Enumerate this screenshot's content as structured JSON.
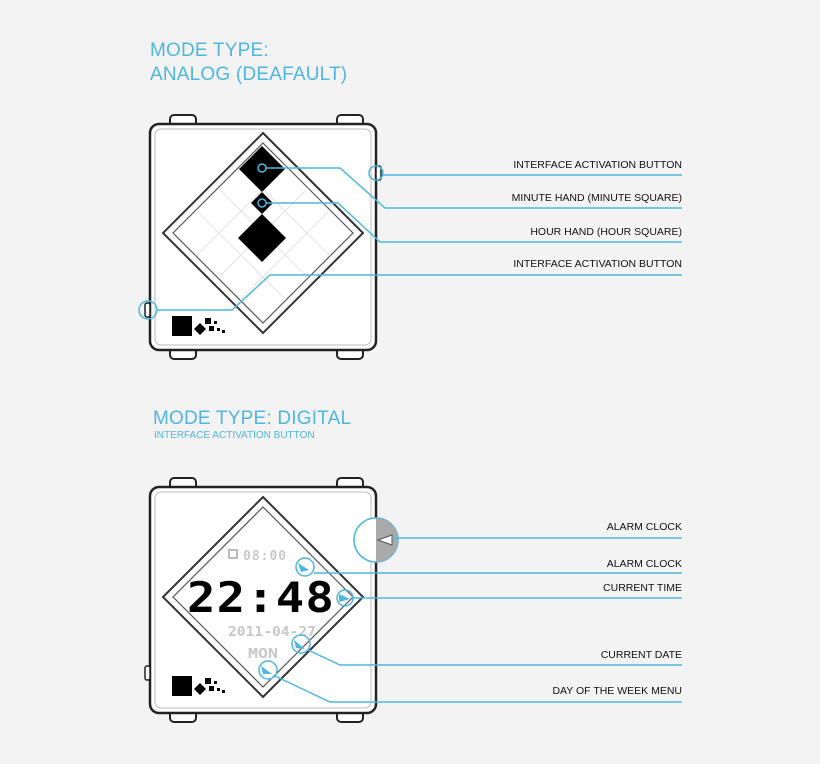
{
  "analog": {
    "title_line1": "MODE TYPE:",
    "title_line2": "ANALOG (DEAFAULT)",
    "callouts": [
      "INTERFACE ACTIVATION BUTTON",
      "MINUTE HAND (MINUTE SQUARE)",
      "HOUR HAND (HOUR SQUARE)",
      "INTERFACE ACTIVATION BUTTON"
    ]
  },
  "digital": {
    "title": "MODE TYPE: DIGITAL",
    "subtitle": "INTERFACE ACTIVATION BUTTON",
    "alarm_display": "08:00",
    "time_display": "22:48",
    "date_display": "2011-04-27",
    "day_display": "MON",
    "callouts": [
      "ALARM CLOCK",
      "ALARM CLOCK",
      "CURRENT TIME",
      "CURRENT DATE",
      "DAY OF THE WEEK MENU"
    ]
  },
  "colors": {
    "accent": "#4fb6e0",
    "device_outline": "#222222",
    "background": "#f3f3f3"
  }
}
